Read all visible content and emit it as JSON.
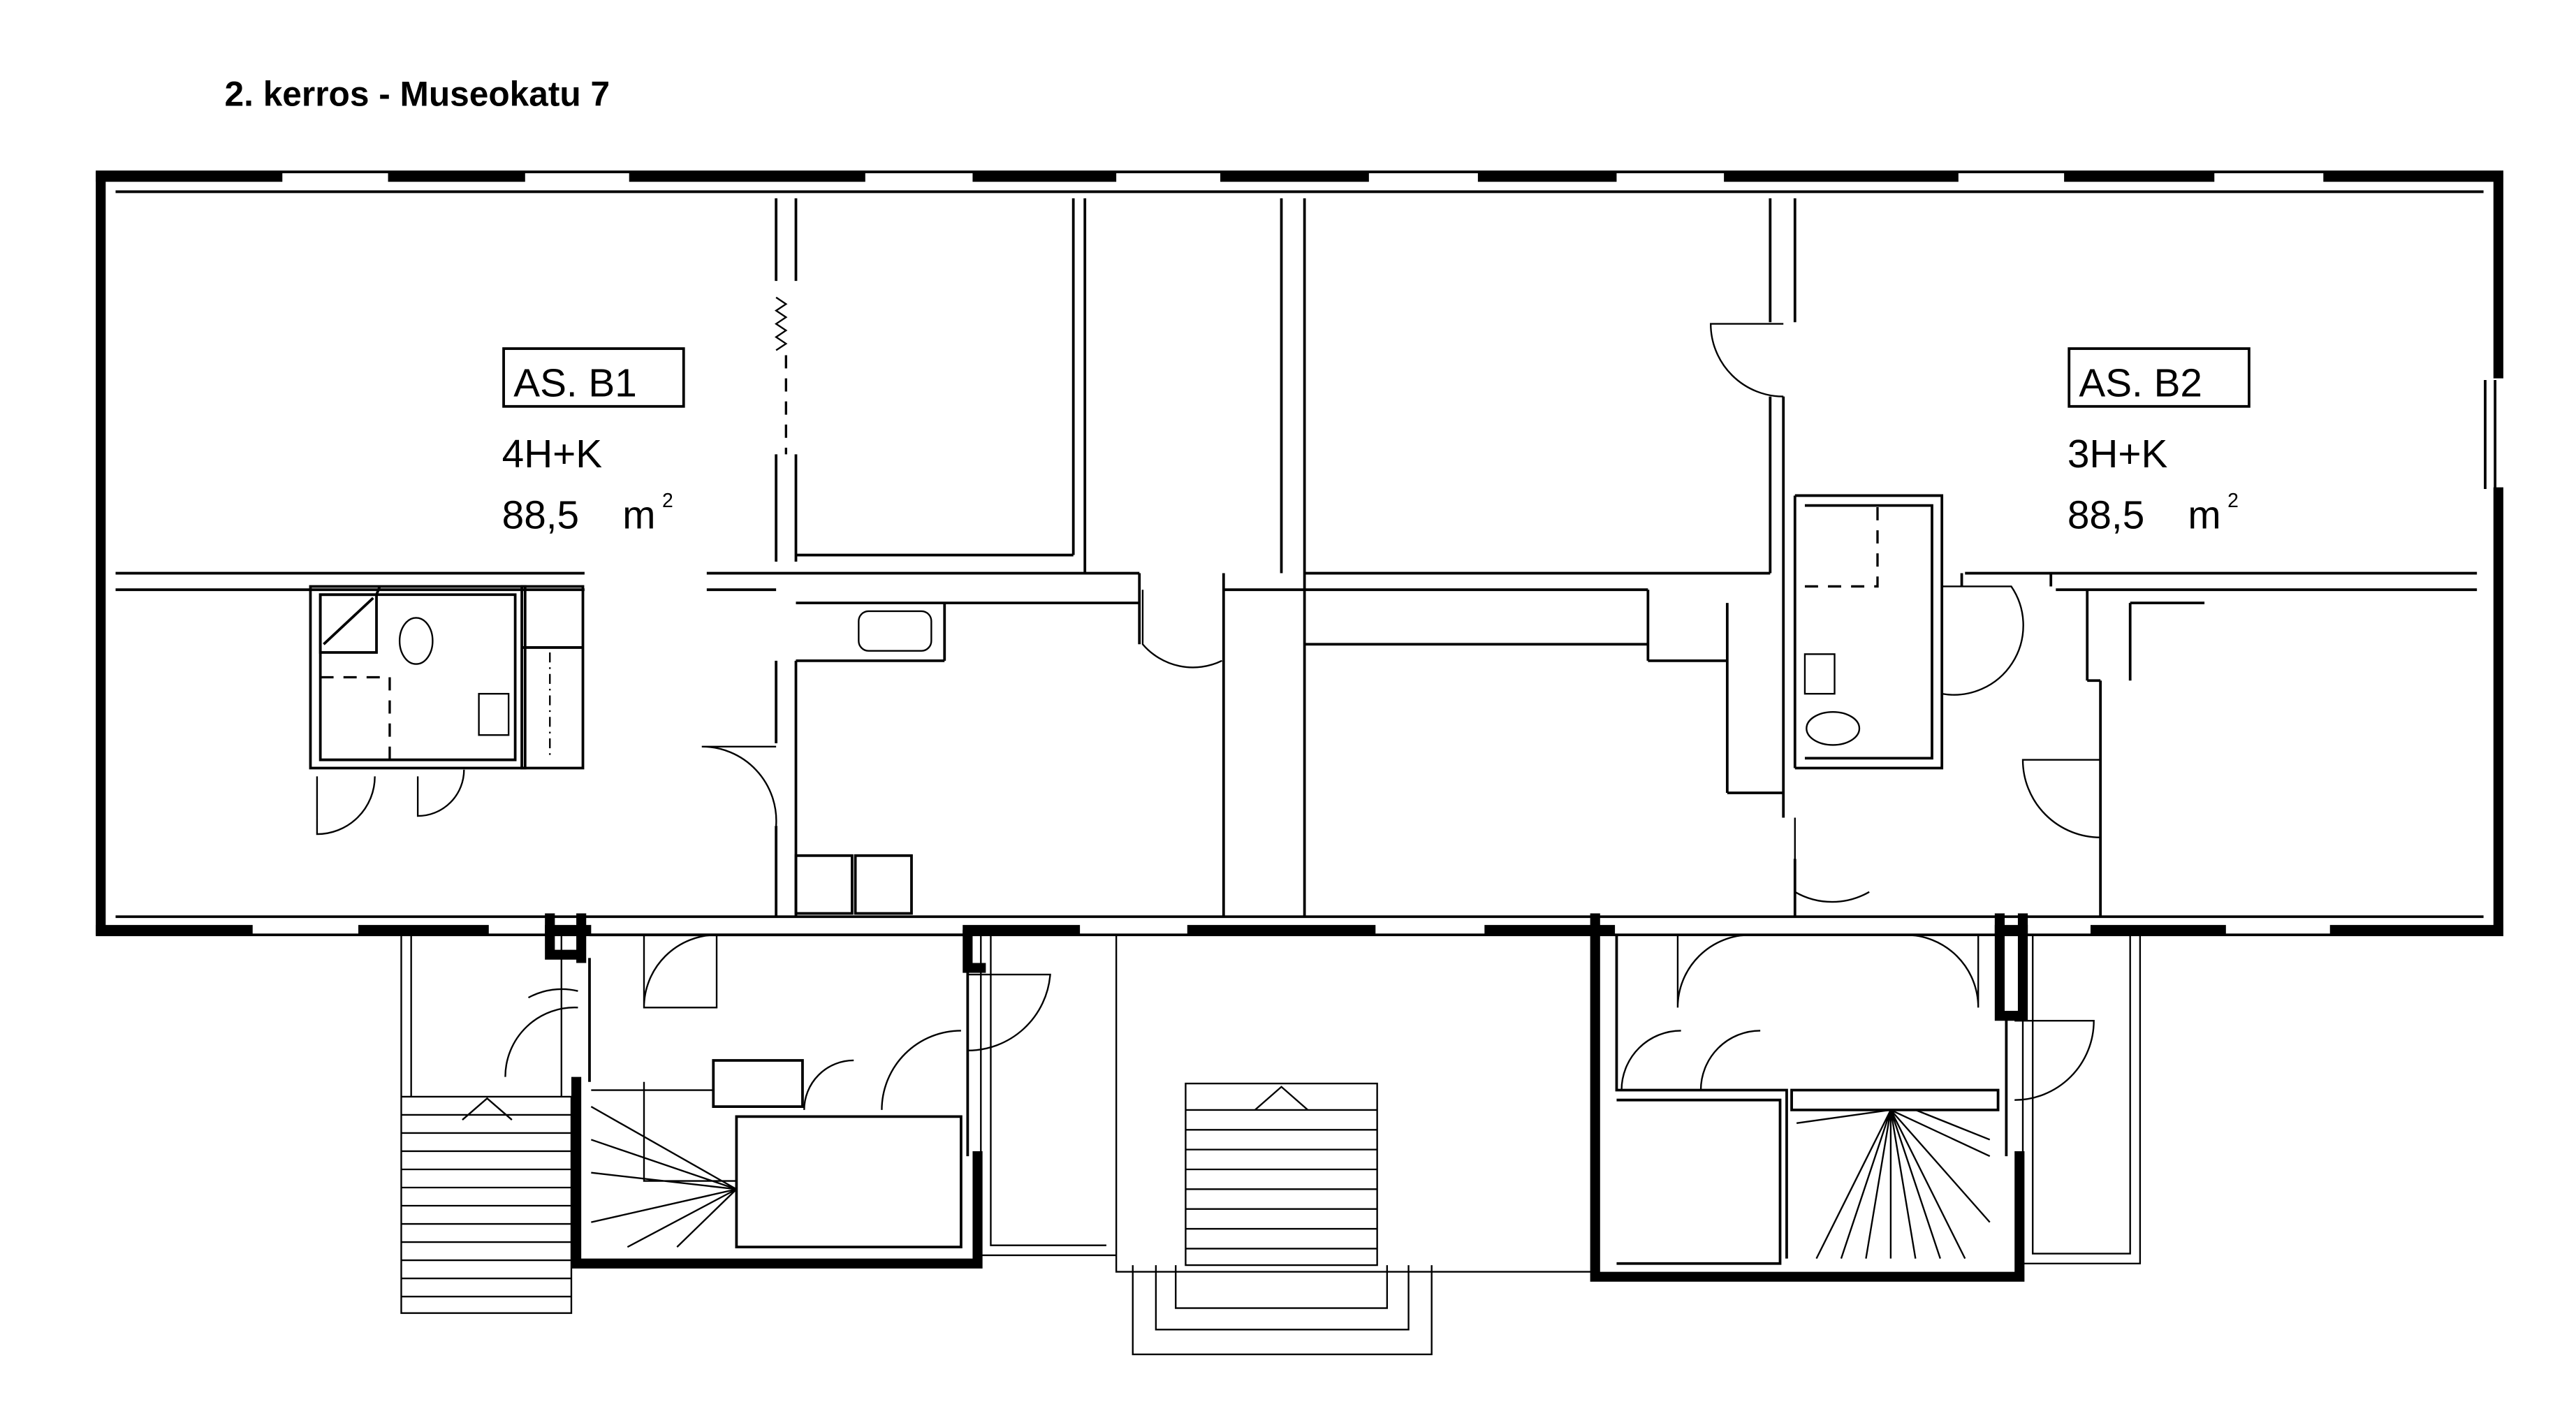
{
  "title": "2. kerros - Museokatu 7",
  "apartments": [
    {
      "id": "AS. B1",
      "type": "4H+K",
      "area": "88,5",
      "unit": "m",
      "unit_sup": "2"
    },
    {
      "id": "AS. B2",
      "type": "3H+K",
      "area": "88,5",
      "unit": "m",
      "unit_sup": "2"
    }
  ]
}
